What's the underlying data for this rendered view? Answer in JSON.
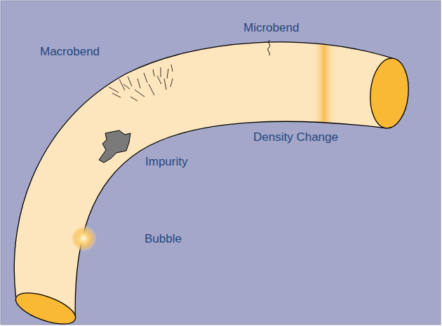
{
  "diagram": {
    "labels": [
      "Microbend",
      "Macrobend",
      "Density Change",
      "Impurity",
      "Bubble"
    ]
  }
}
